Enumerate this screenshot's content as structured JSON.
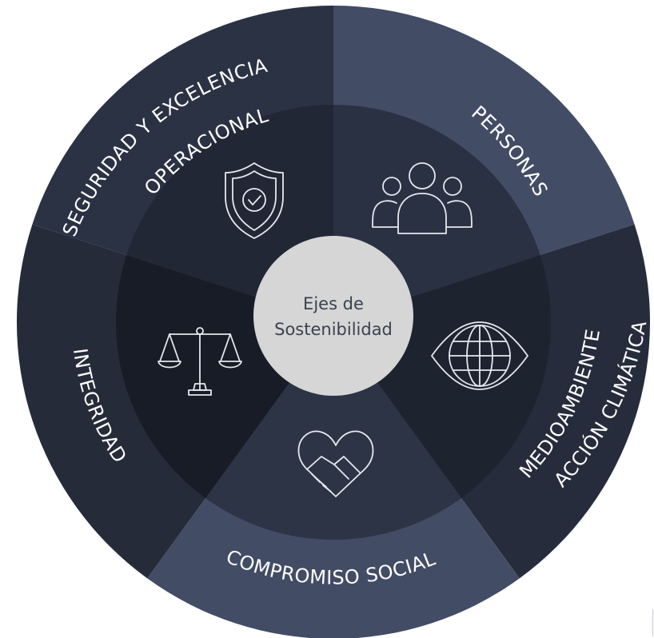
{
  "center": {
    "line1": "Ejes de",
    "line2": "Sostenibilidad"
  },
  "segments": [
    {
      "id": "seguridad",
      "label_line1": "SEGURIDAD Y EXCELENCIA",
      "label_line2": "OPERACIONAL",
      "icon": "shield-check-icon",
      "outer_color": "#2b3244",
      "inner_color": "#212735"
    },
    {
      "id": "personas",
      "label_line1": "PERSONAS",
      "icon": "people-group-icon",
      "outer_color": "#434c65",
      "inner_color": "#2a3143"
    },
    {
      "id": "accion",
      "label_line1": "ACCIÓN CLIMÁTICA Y",
      "label_line2": "MEDIOAMBIENTE",
      "icon": "globe-eye-icon",
      "outer_color": "#262c3b",
      "inner_color": "#1e2330"
    },
    {
      "id": "compromiso",
      "label_line1": "COMPROMISO SOCIAL",
      "icon": "handshake-heart-icon",
      "outer_color": "#434c65",
      "inner_color": "#2d3446"
    },
    {
      "id": "integridad",
      "label_line1": "INTEGRIDAD",
      "icon": "scales-icon",
      "outer_color": "#252b39",
      "inner_color": "#181c26"
    }
  ],
  "colors": {
    "center_fill": "#d6d6d6",
    "center_text": "#3b4150",
    "label_text": "#ffffff",
    "icon_stroke": "#e6e8ee"
  }
}
